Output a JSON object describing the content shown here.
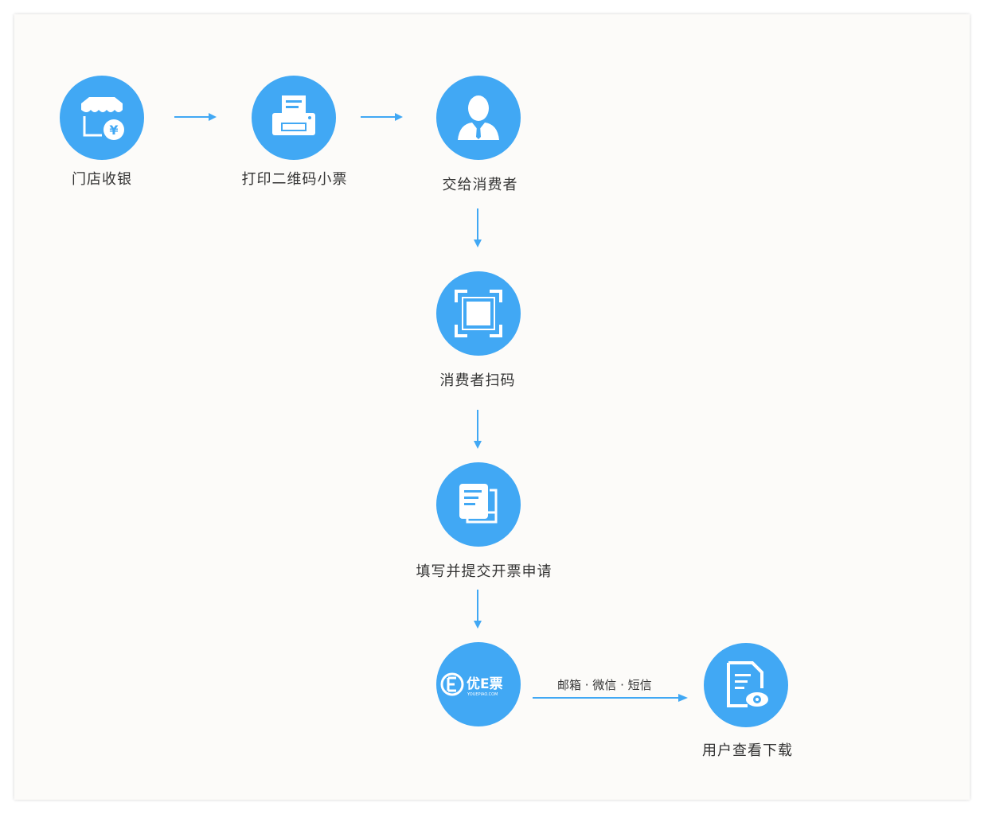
{
  "flow": {
    "steps": [
      {
        "label": "门店收银",
        "icon": "store-cashier-icon"
      },
      {
        "label": "打印二维码小票",
        "icon": "printer-icon"
      },
      {
        "label": "交给消费者",
        "icon": "person-icon"
      },
      {
        "label": "消费者扫码",
        "icon": "scan-icon"
      },
      {
        "label": "填写并提交开票申请",
        "icon": "form-submit-icon"
      },
      {
        "label": "优E票",
        "sublabel": "YOUEPIAO.COM",
        "icon": "youepiao-logo"
      },
      {
        "label": "用户查看下载",
        "icon": "document-view-icon"
      }
    ],
    "delivery_label": "邮箱 · 微信 · 短信"
  },
  "colors": {
    "accent": "#41a8f4",
    "text": "#333333",
    "panel": "#fcfbf9"
  }
}
